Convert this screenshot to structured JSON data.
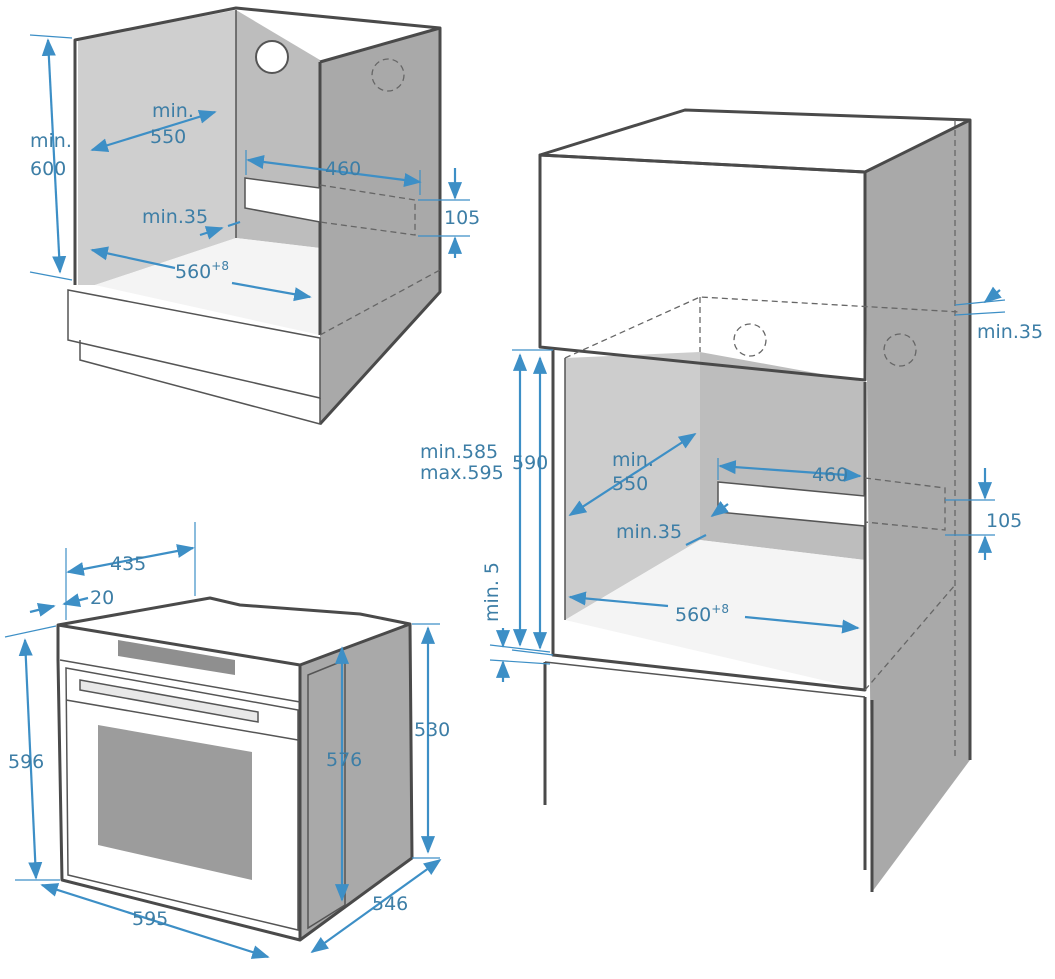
{
  "diagram": {
    "title_hidden": null,
    "colors": {
      "dimension": "#3d8fc6",
      "label": "#3d7ea6",
      "panel_light": "#d4d4d4",
      "panel_dark": "#a9a9a9",
      "edge": "#4a4a4a"
    },
    "under_counter": {
      "height": "min.\n600",
      "height_l1": "min.",
      "height_l2": "600",
      "depth_l1": "min.",
      "depth_l2": "550",
      "vent_width": "460",
      "vent_height": "105",
      "vent_depth": "min.35",
      "width": "560",
      "width_tol": "+8"
    },
    "tall_unit": {
      "gap": "min.35",
      "opening_l1": "min.585",
      "opening_l2": "max.595",
      "opening_height": "590",
      "depth_l1": "min.",
      "depth_l2": "550",
      "vent_width": "460",
      "vent_height": "105",
      "vent_depth": "min.35",
      "base_gap": "min. 5",
      "width": "560",
      "width_tol": "+8"
    },
    "oven": {
      "top_depth": "435",
      "front_depth": "20",
      "front_height": "596",
      "body_height": "576",
      "side_height": "530",
      "width": "595",
      "depth": "546"
    }
  }
}
